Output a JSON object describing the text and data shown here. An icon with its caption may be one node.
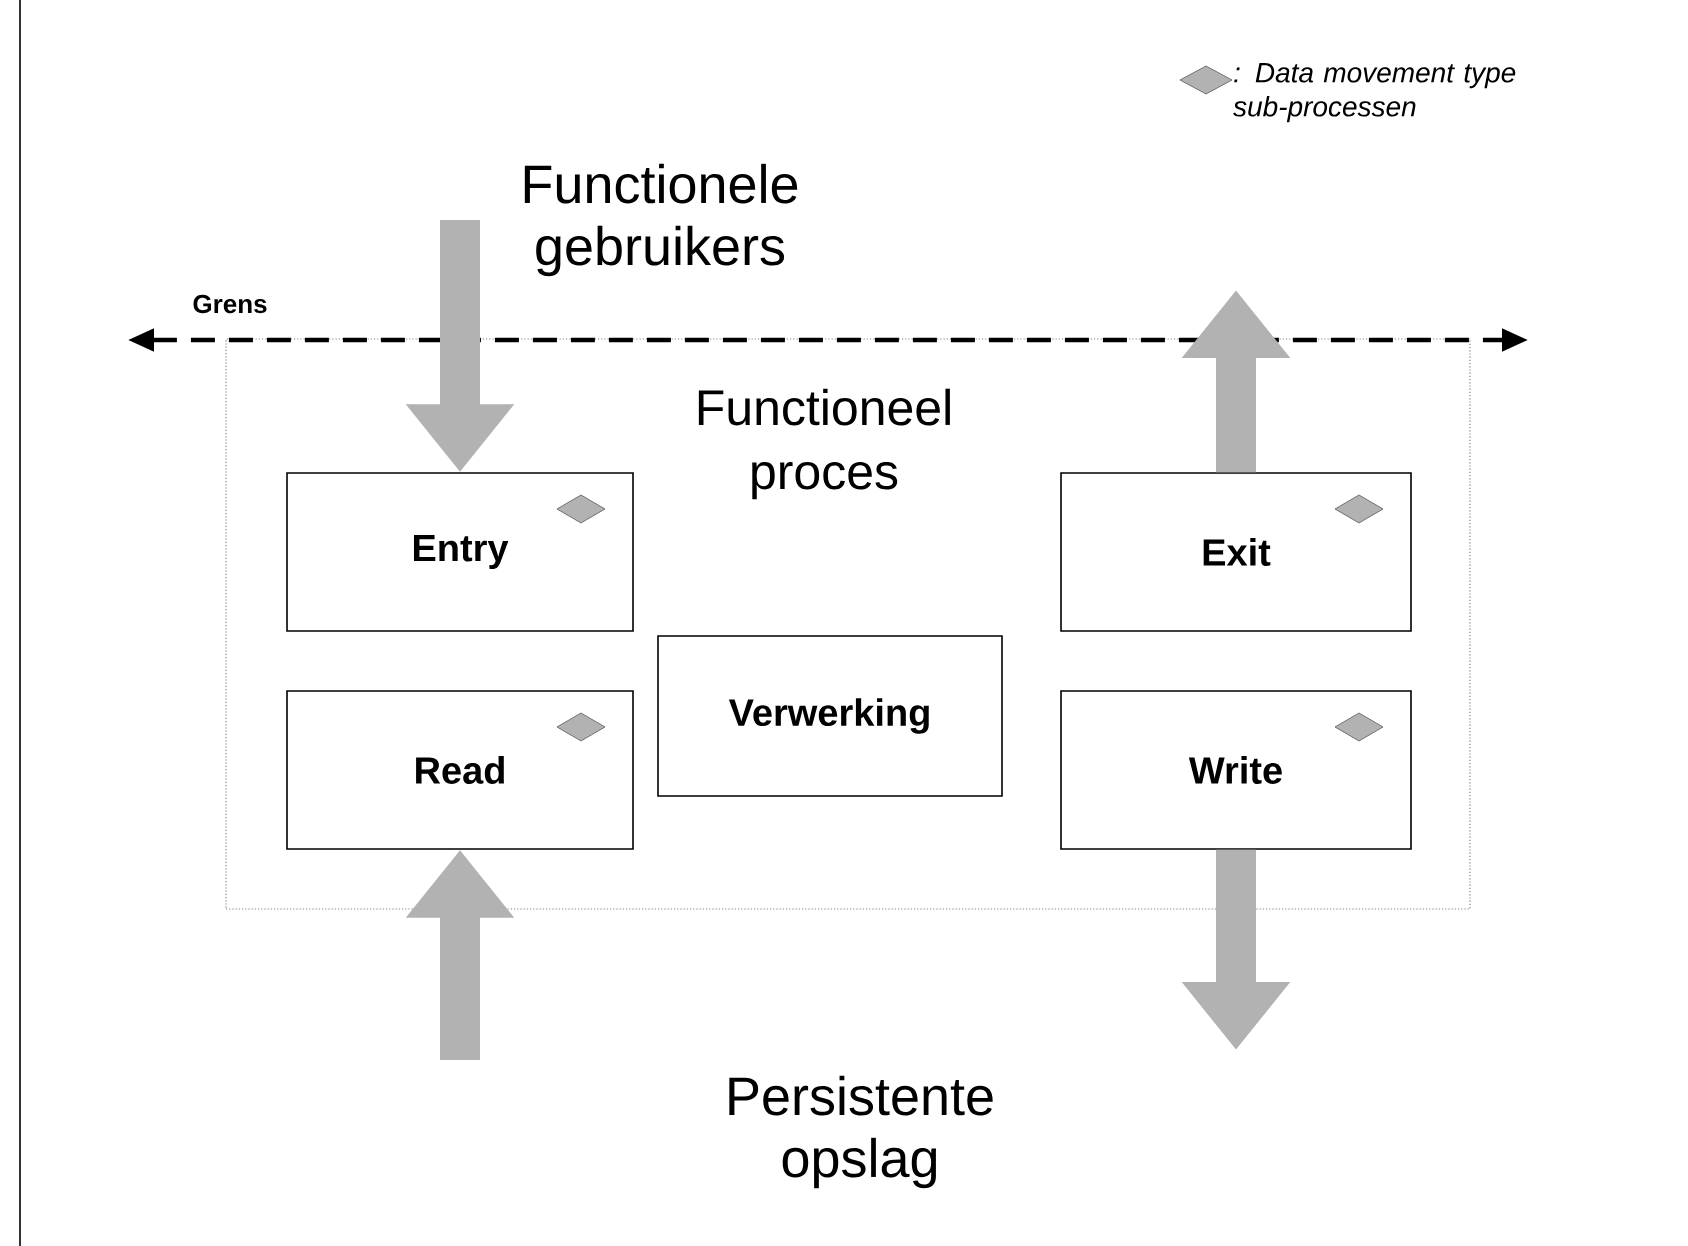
{
  "diagram": {
    "nodes": [
      {
        "text": [
          "Functionele gebruikers"
        ]
      },
      {
        "text": [
          "Functioneel proces"
        ]
      },
      {
        "text": [
          "Entry"
        ],
        "in": 1
      },
      {
        "text": [
          "Exit"
        ],
        "in": 1
      },
      {
        "text": [
          "Read"
        ],
        "in": 1
      },
      {
        "text": [
          "Verwerking"
        ],
        "in": 1
      },
      {
        "text": [
          "Write"
        ],
        "in": 1
      },
      {
        "text": [
          "Persistente opslag"
        ]
      }
    ],
    "edges": [
      {
        "from": 0,
        "to": 2,
        "arrow": "to"
      },
      {
        "from": 3,
        "to": null,
        "arrow": "to"
      },
      {
        "from": null,
        "to": 4,
        "arrow": "to"
      },
      {
        "from": 6,
        "to": null,
        "arrow": "to"
      }
    ],
    "labels": [
      "Grens"
    ],
    "legend": [
      {
        "text": ": Data movement type sub-processen"
      }
    ]
  }
}
